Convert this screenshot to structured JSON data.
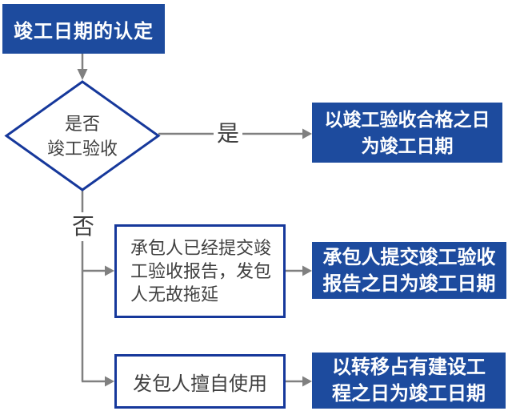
{
  "title": {
    "label": "竣工日期的认定"
  },
  "decision": {
    "line1": "是否",
    "line2": "竣工验收"
  },
  "branches": {
    "yes_label": "是",
    "no_label": "否"
  },
  "conditions": {
    "contractor_submitted": {
      "line1": "承包人已经提交竣",
      "line2": "工验收报告，发包",
      "line3": "人无故拖延",
      "full_text": "承包人已经提交竣工验收报告，发包人无故拖延"
    },
    "employer_use": {
      "line1": "发包人擅自使用",
      "full_text": "发包人擅自使用"
    }
  },
  "results": {
    "acceptance": {
      "line1": "以竣工验收合格之日",
      "line2": "为竣工日期",
      "full_text": "以竣工验收合格之日为竣工日期"
    },
    "report": {
      "line1": "承包人提交竣工验收",
      "line2": "报告之日为竣工日期",
      "full_text": "承包人提交竣工验收报告之日为竣工日期"
    },
    "transfer": {
      "line1": "以转移占有建设工",
      "line2": "程之日为竣工日期",
      "full_text": "以转移占有建设工程之日为竣工日期"
    }
  },
  "colors": {
    "primary_blue": "#1d4b9e",
    "border_blue": "#16389b",
    "arrow_gray": "#808080",
    "text_gray": "#3f3f3f",
    "background": "#ffffff"
  }
}
